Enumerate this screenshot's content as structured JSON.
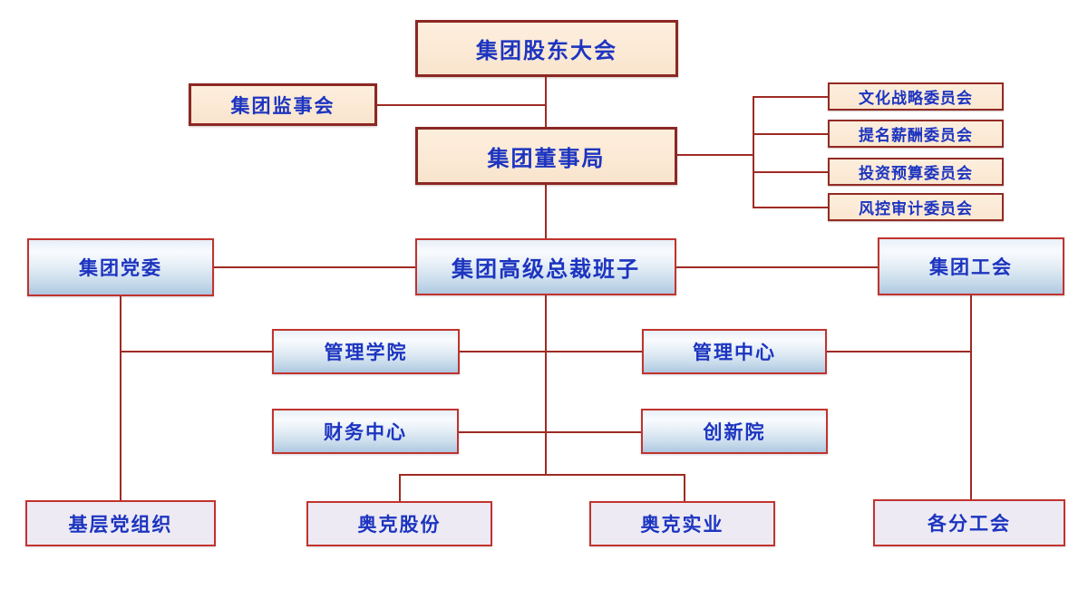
{
  "diagram": {
    "type": "org-chart",
    "nodes": {
      "shareholders": {
        "label": "集团股东大会"
      },
      "supervisory": {
        "label": "集团监事会"
      },
      "board": {
        "label": "集团董事局"
      },
      "committee_culture": {
        "label": "文化战略委员会"
      },
      "committee_nomination": {
        "label": "提名薪酬委员会"
      },
      "committee_investment": {
        "label": "投资预算委员会"
      },
      "committee_risk": {
        "label": "风控审计委员会"
      },
      "party_committee": {
        "label": "集团党委"
      },
      "president_team": {
        "label": "集团高级总裁班子"
      },
      "labor_union": {
        "label": "集团工会"
      },
      "management_academy": {
        "label": "管理学院"
      },
      "management_center": {
        "label": "管理中心"
      },
      "finance_center": {
        "label": "财务中心"
      },
      "innovation_institute": {
        "label": "创新院"
      },
      "grassroots_party": {
        "label": "基层党组织"
      },
      "aoke_shares": {
        "label": "奥克股份"
      },
      "aoke_industrial": {
        "label": "奥克实业"
      },
      "branch_unions": {
        "label": "各分工会"
      }
    },
    "colors": {
      "text": "#1c34c0",
      "cream_fill": "#fcebd9",
      "cream_border": "#8c2824",
      "blue_fill_top": "#f9fbfe",
      "blue_fill_bottom": "#aec8e0",
      "accent_border": "#c2332e",
      "lavender_fill": "#edeaf3",
      "connector": "#9e2b24",
      "background": "#ffffff"
    }
  }
}
